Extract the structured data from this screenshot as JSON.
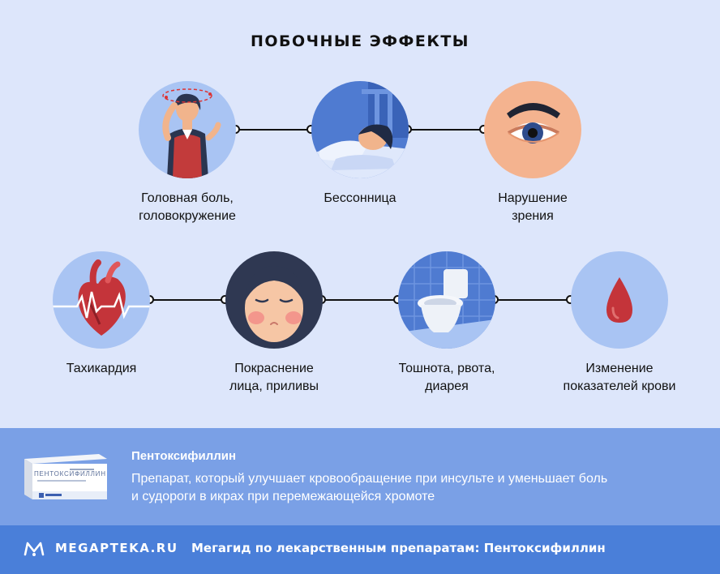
{
  "title": "ПОБОЧНЫЕ ЭФФЕКТЫ",
  "effects": [
    {
      "label_line1": "Головная боль,",
      "label_line2": "головокружение",
      "icon": "dizzy-woman-icon"
    },
    {
      "label_line1": "Бессонница",
      "label_line2": "",
      "icon": "insomnia-icon"
    },
    {
      "label_line1": "Нарушение",
      "label_line2": "зрения",
      "icon": "eye-icon"
    },
    {
      "label_line1": "Тахикардия",
      "label_line2": "",
      "icon": "heart-pulse-icon"
    },
    {
      "label_line1": "Покраснение",
      "label_line2": "лица, приливы",
      "icon": "flushed-face-icon"
    },
    {
      "label_line1": "Тошнота, рвота,",
      "label_line2": "диарея",
      "icon": "toilet-icon"
    },
    {
      "label_line1": "Изменение",
      "label_line2": "показателей крови",
      "icon": "blood-drop-icon"
    }
  ],
  "promo": {
    "name": "Пентоксифиллин",
    "description": "Препарат, который улучшает кровообращение при инсульте и уменьшает боль и судороги в икрах при перемежающейся хромоте",
    "box_text": "ПЕНТОКСИФИЛЛИН"
  },
  "footer": {
    "brand": "MEGAPTEKA.RU",
    "text": "Мегагид по лекарственным препаратам: Пентоксифиллин"
  },
  "colors": {
    "background": "#dde6fb",
    "circle_blue": "#a9c4f3",
    "circle_peach": "#f4b38f",
    "promo": "#7aa0e6",
    "footer": "#4a7fd9"
  }
}
